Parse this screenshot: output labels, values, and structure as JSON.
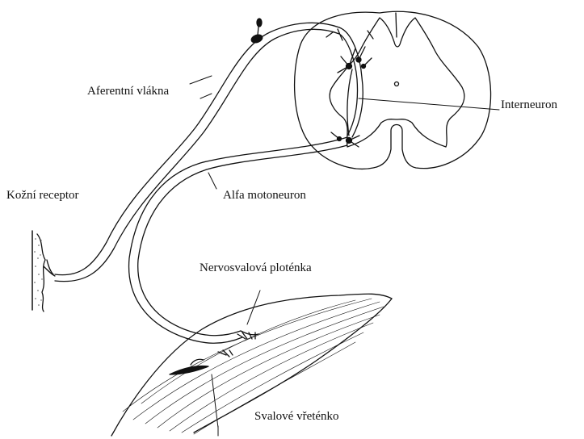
{
  "labels": {
    "afferent_fibers": "Aferentní vlákna",
    "interneuron": "Interneuron",
    "skin_receptor": "Kožní receptor",
    "alpha_motoneuron": "Alfa motoneuron",
    "neuromuscular_junction": "Nervosvalová ploténka",
    "muscle_spindle": "Svalové vřeténko"
  },
  "colors": {
    "ink": "#111111",
    "background": "#ffffff",
    "stipple": "#555555"
  }
}
